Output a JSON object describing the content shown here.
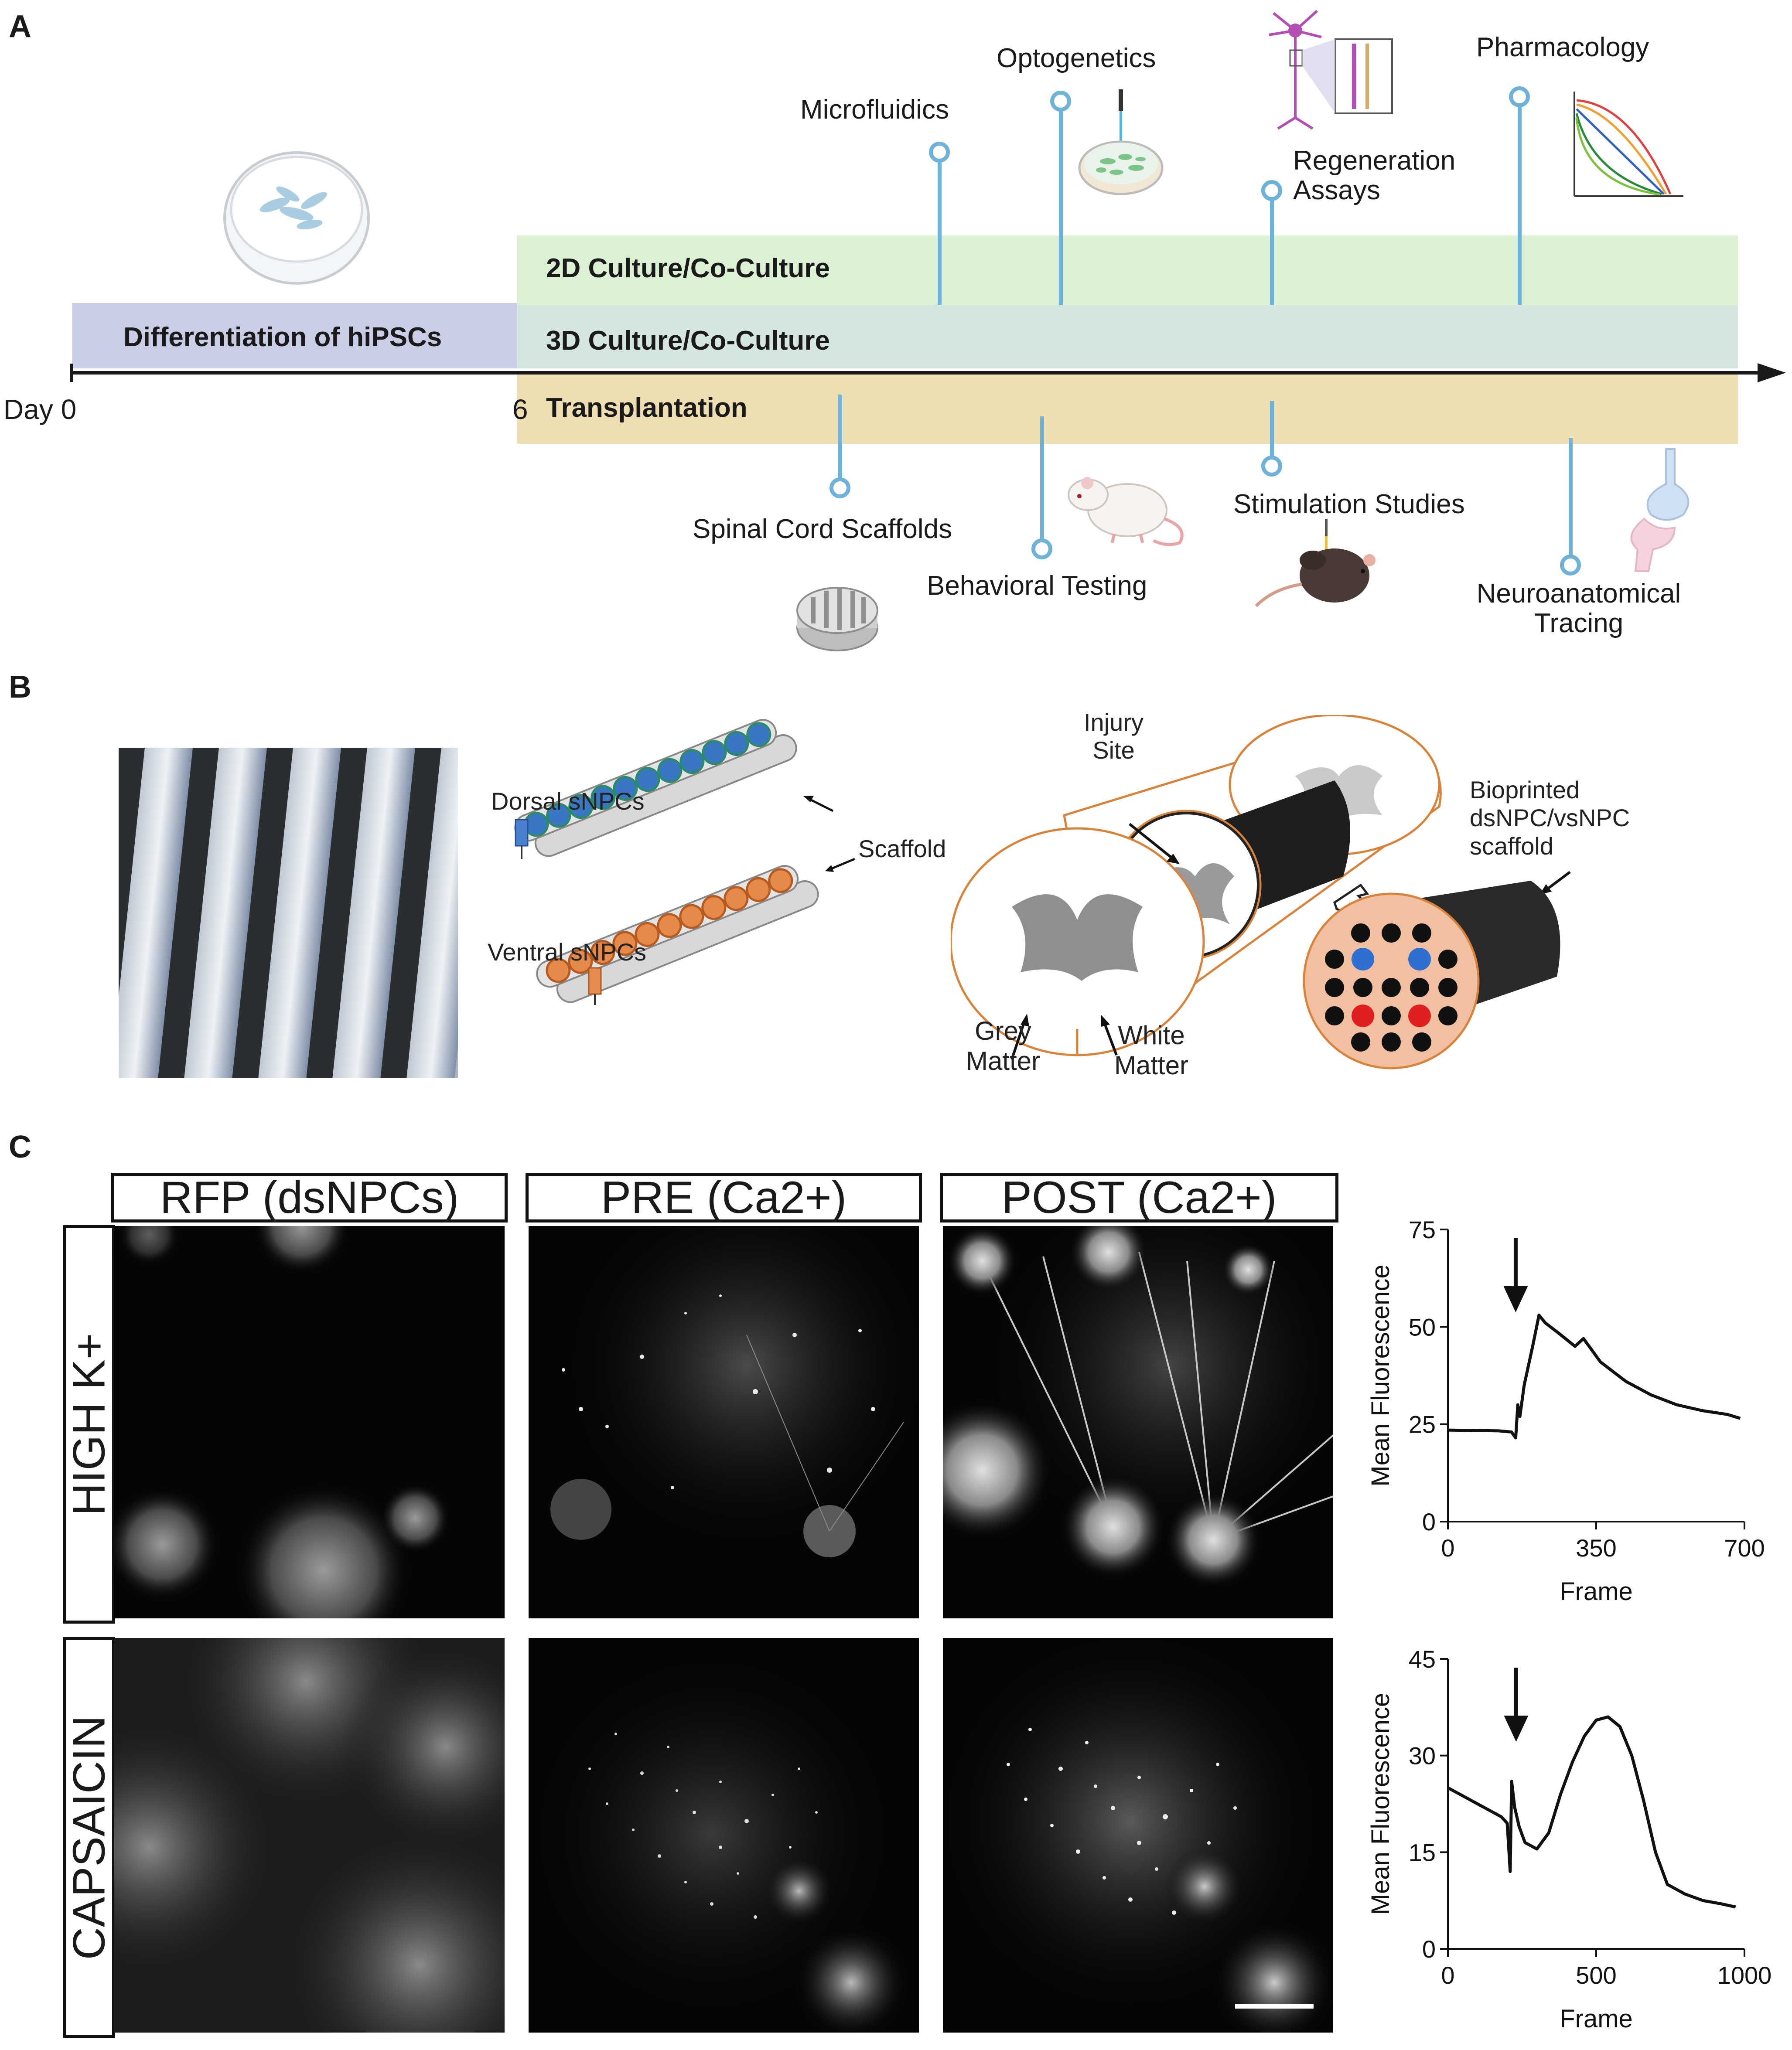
{
  "panel_letters": {
    "a": "A",
    "b": "B",
    "c": "C"
  },
  "panel_a": {
    "day0": "Day 0",
    "day6": "6",
    "bands": {
      "differentiation": "Differentiation of hiPSCs",
      "culture_2d": "2D Culture/Co-Culture",
      "culture_3d": "3D Culture/Co-Culture",
      "transplantation": "Transplantation"
    },
    "above": {
      "microfluidics": "Microfluidics",
      "optogenetics": "Optogenetics",
      "regeneration_1": "Regeneration",
      "regeneration_2": "Assays",
      "pharmacology": "Pharmacology"
    },
    "below": {
      "spinal_cord_scaffolds": "Spinal Cord Scaffolds",
      "behavioral_testing": "Behavioral Testing",
      "stimulation_studies": "Stimulation Studies",
      "neuroanatomical_1": "Neuroanatomical",
      "neuroanatomical_2": "Tracing"
    },
    "colors": {
      "differentiation": "#c9cde6",
      "culture_2d": "#dcf0d4",
      "culture_3d": "#d5e6e0",
      "transplantation": "#eedfb3",
      "pin": "#6fb2d9"
    }
  },
  "panel_b": {
    "dorsal": "Dorsal sNPCs",
    "ventral": "Ventral sNPCs",
    "scaffold": "Scaffold",
    "injury_1": "Injury",
    "injury_2": "Site",
    "bioprinted_1": "Bioprinted",
    "bioprinted_2": "dsNPC/vsNPC",
    "bioprinted_3": "scaffold",
    "grey_1": "Grey",
    "grey_2": "Matter",
    "white_1": "White",
    "white_2": "Matter"
  },
  "panel_c": {
    "columns": [
      "RFP (dsNPCs)",
      "PRE (Ca2+)",
      "POST (Ca2+)"
    ],
    "rows": [
      "HIGH K+",
      "CAPSAICIN"
    ]
  },
  "chart_data": [
    {
      "type": "line",
      "title": "",
      "xlabel": "Frame",
      "ylabel": "Mean  Fluorescence",
      "xlim": [
        0,
        700
      ],
      "ylim": [
        0,
        75
      ],
      "xticks": [
        0,
        350,
        700
      ],
      "yticks": [
        0,
        25,
        50,
        75
      ],
      "arrow_at_x": 160,
      "series": [
        {
          "x": [
            0,
            60,
            120,
            150,
            160,
            165,
            170,
            180,
            200,
            215,
            230,
            260,
            300,
            320,
            360,
            420,
            480,
            540,
            600,
            660,
            690
          ],
          "y": [
            23.5,
            23.4,
            23.3,
            23.0,
            21.5,
            30,
            27,
            35,
            45,
            53,
            51,
            48.5,
            45,
            47,
            41,
            36,
            32.5,
            30,
            28.5,
            27.5,
            26.5
          ]
        }
      ]
    },
    {
      "type": "line",
      "title": "",
      "xlabel": "Frame",
      "ylabel": "Mean  Fluorescence",
      "xlim": [
        0,
        1000
      ],
      "ylim": [
        0,
        45
      ],
      "xticks": [
        0,
        500,
        1000
      ],
      "yticks": [
        0,
        15,
        30,
        45
      ],
      "arrow_at_x": 230,
      "series": [
        {
          "x": [
            0,
            60,
            120,
            180,
            200,
            210,
            215,
            225,
            240,
            260,
            300,
            340,
            380,
            420,
            460,
            500,
            540,
            580,
            620,
            660,
            700,
            740,
            800,
            860,
            920,
            970
          ],
          "y": [
            25,
            23.5,
            22,
            20.5,
            19.5,
            12,
            26,
            22,
            19,
            16.5,
            15.5,
            18,
            24,
            29,
            33,
            35.5,
            36,
            34.5,
            30,
            23,
            15,
            10,
            8.5,
            7.5,
            7,
            6.5
          ]
        }
      ]
    }
  ]
}
